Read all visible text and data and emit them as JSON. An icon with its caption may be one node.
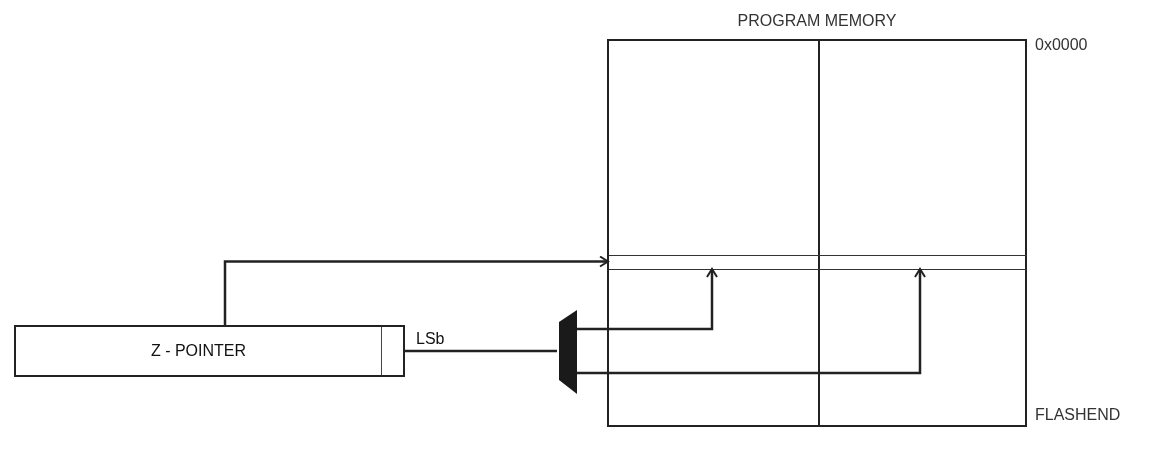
{
  "diagram": {
    "nodes": [
      {
        "text": [
          "PROGRAM MEMORY"
        ],
        "beside": [
          "0x0000",
          "FLASHEND"
        ]
      },
      {
        "text": [],
        "shape": "bar",
        "in": 0
      },
      {
        "text": [
          "Z - POINTER"
        ]
      },
      {
        "text": [],
        "shape": "trapezoid"
      }
    ],
    "edges": [
      {
        "from": 2,
        "to": 1,
        "arrow": "to"
      },
      {
        "from": 2,
        "to": 3,
        "arrow": "none",
        "label": "LSb"
      },
      {
        "from": 3,
        "to": 1,
        "arrow": "to"
      },
      {
        "from": 3,
        "to": 1,
        "arrow": "to"
      }
    ]
  }
}
